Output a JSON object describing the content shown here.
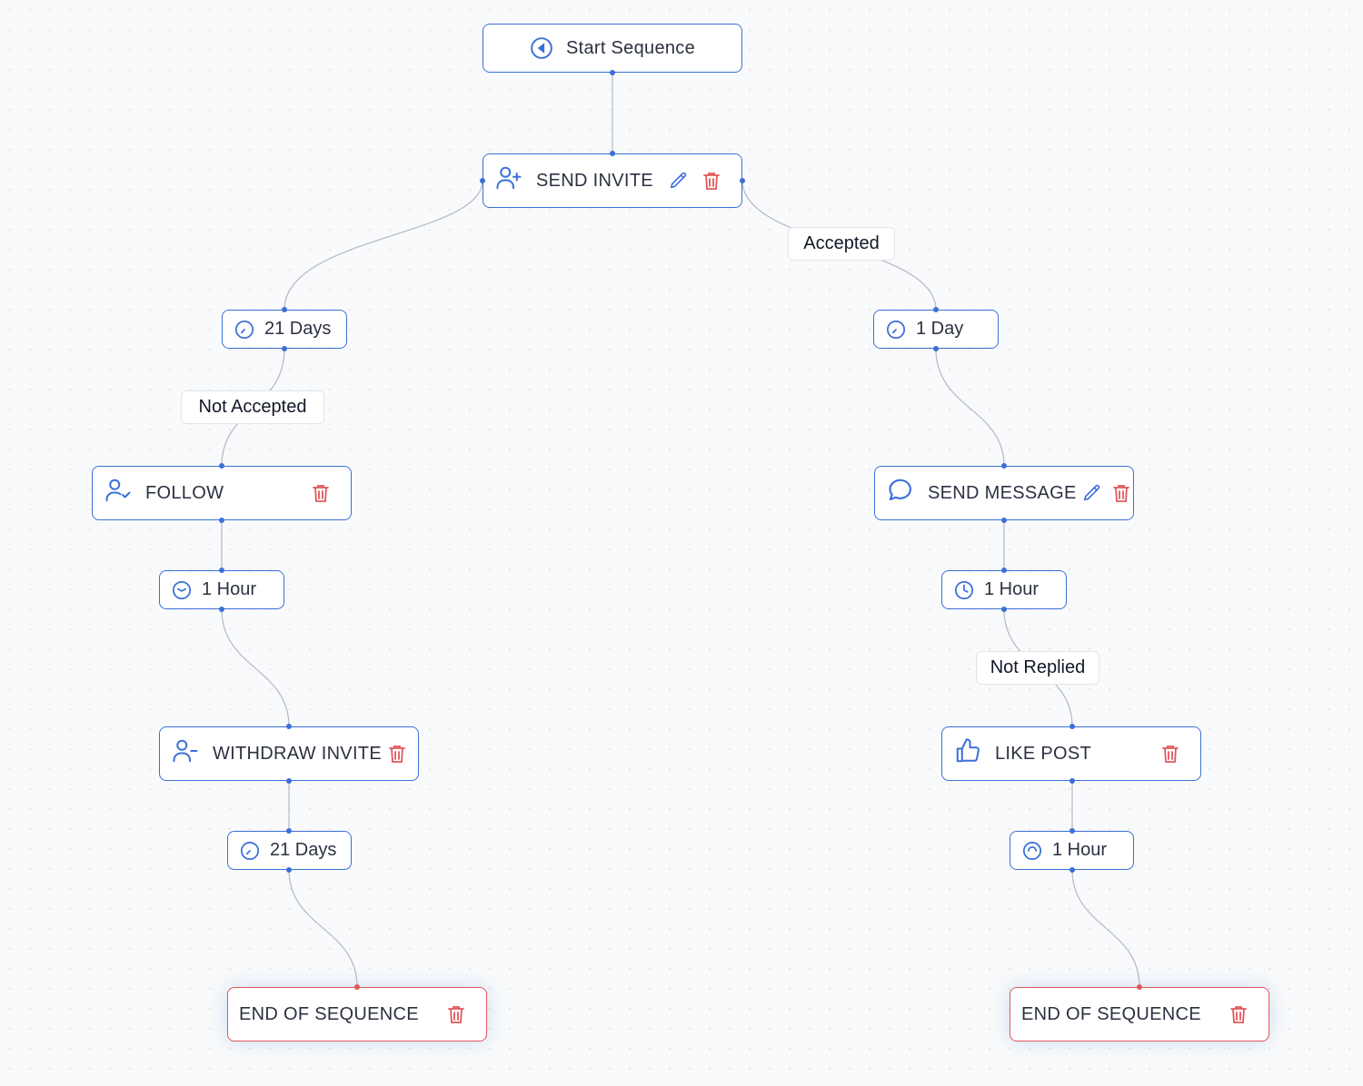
{
  "colors": {
    "primary": "#3b6fd8",
    "danger": "#e0575b",
    "edge": "#b8bcc4"
  },
  "start": {
    "label": "Start Sequence",
    "icon": "play-circle-icon"
  },
  "nodes": {
    "send_invite": {
      "label": "SEND INVITE",
      "icon": "user-plus-icon"
    },
    "wait_21_days_a": {
      "label": "21 Days",
      "icon": "clock-icon"
    },
    "follow": {
      "label": "FOLLOW",
      "icon": "user-check-icon"
    },
    "wait_1_hour_a": {
      "label": "1 Hour",
      "icon": "clock-icon"
    },
    "withdraw_invite": {
      "label": "WITHDRAW INVITE",
      "icon": "user-minus-icon"
    },
    "wait_21_days_b": {
      "label": "21 Days",
      "icon": "clock-icon"
    },
    "end_a": {
      "label": "END OF SEQUENCE"
    },
    "wait_1_day": {
      "label": "1 Day",
      "icon": "clock-icon"
    },
    "send_message": {
      "label": "SEND MESSAGE",
      "icon": "message-circle-icon"
    },
    "wait_1_hour_b": {
      "label": "1 Hour",
      "icon": "clock-icon"
    },
    "like_post": {
      "label": "LIKE POST",
      "icon": "thumbs-up-icon"
    },
    "wait_1_hour_c": {
      "label": "1 Hour",
      "icon": "clock-icon"
    },
    "end_b": {
      "label": "END OF SEQUENCE"
    }
  },
  "conditions": {
    "accepted": "Accepted",
    "not_accepted": "Not Accepted",
    "not_replied": "Not Replied"
  }
}
